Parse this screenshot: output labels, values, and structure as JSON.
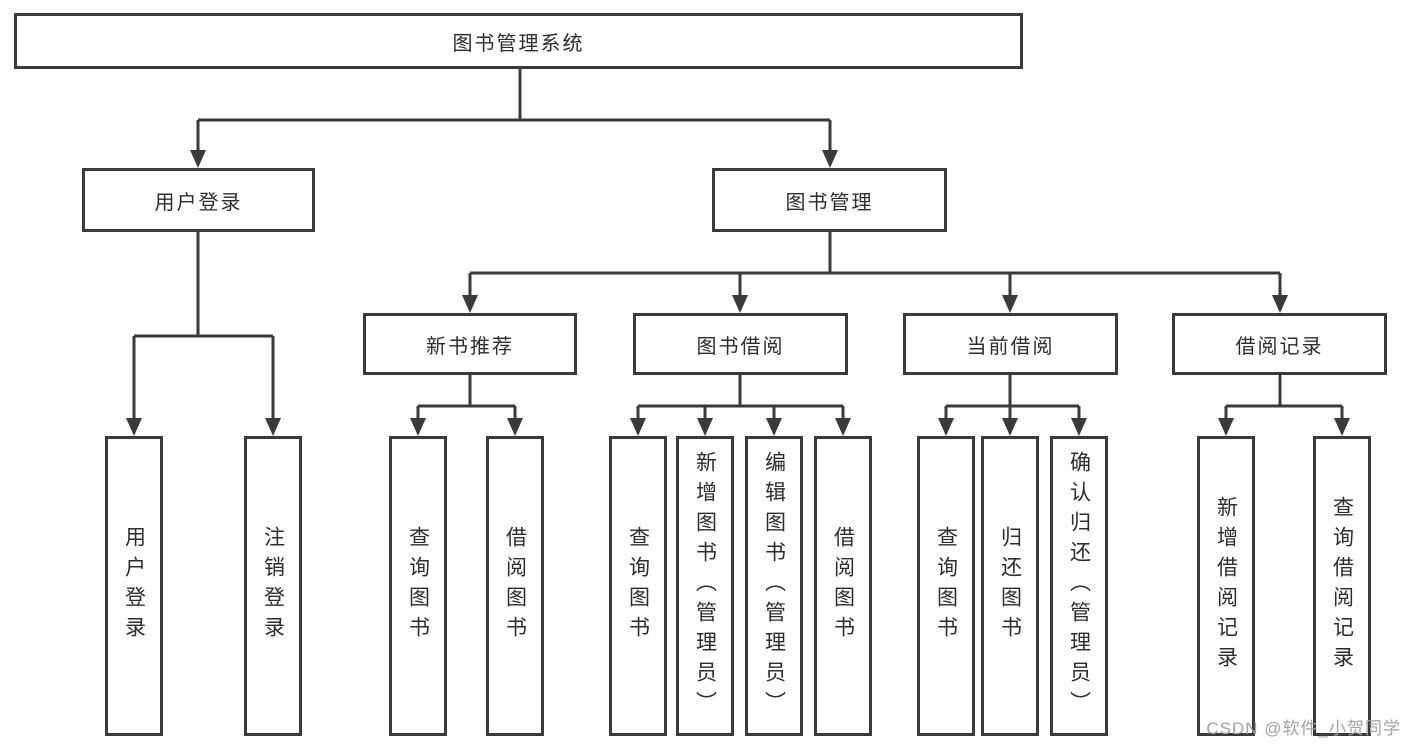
{
  "diagram": {
    "title": "图书管理系统",
    "level2": [
      "用户登录",
      "图书管理"
    ],
    "level3": [
      "新书推荐",
      "图书借阅",
      "当前借阅",
      "借阅记录"
    ],
    "leaves": [
      "用户登录",
      "注销登录",
      "查询图书",
      "借阅图书",
      "查询图书",
      "新增图书（管理员）",
      "编辑图书（管理员）",
      "借阅图书",
      "查询图书",
      "归还图书",
      "确认归还（管理员）",
      "新增借阅记录",
      "查询借阅记录"
    ],
    "watermark": "CSDN @软件_小贺同学",
    "colors": {
      "line": "#3a3a3a",
      "text": "#2d2d2d",
      "watermark": "#a3a3a3",
      "background": "#ffffff"
    }
  }
}
